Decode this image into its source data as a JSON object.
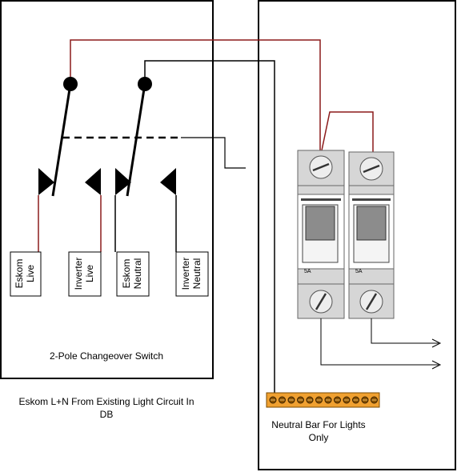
{
  "switch_panel": {
    "caption": "2-Pole Changeover Switch",
    "terminals": [
      {
        "line1": "Eskom",
        "line2": "Live"
      },
      {
        "line1": "Inverter",
        "line2": "Live"
      },
      {
        "line1": "Eskom",
        "line2": "Neutral"
      },
      {
        "line1": "Inverter",
        "line2": "Neutral"
      }
    ]
  },
  "source_note": {
    "line1": "Eskom L+N From Existing Light Circuit In",
    "line2": "DB"
  },
  "breakers": [
    {
      "rating": "5A"
    },
    {
      "rating": "5A"
    }
  ],
  "neutral_bar": {
    "line1": "Neutral Bar For Lights",
    "line2": "Only"
  },
  "colors": {
    "live_wire": "#8b1a1a",
    "neutral_wire": "#000000",
    "breaker_body": "#d6d6d6",
    "breaker_handle": "#8c8c8c",
    "neutral_bar": "#f0a030"
  }
}
